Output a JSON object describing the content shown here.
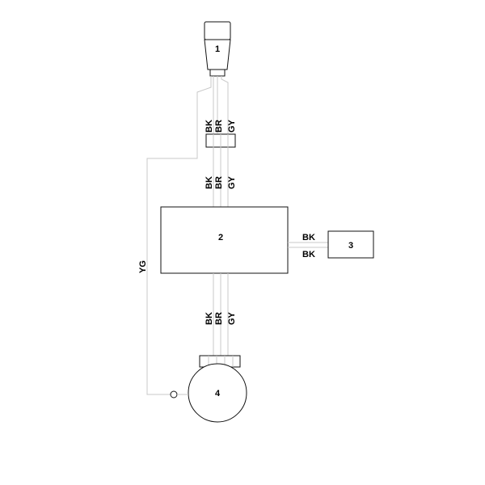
{
  "diagram": {
    "components": {
      "c1": "1",
      "c2": "2",
      "c3": "3",
      "c4": "4"
    },
    "wires": {
      "bk": "BK",
      "br": "BR",
      "gy": "GY",
      "yg": "YG"
    },
    "colors": {
      "wire": "#c8c8c8",
      "outline": "#111111",
      "text": "#000000"
    }
  }
}
